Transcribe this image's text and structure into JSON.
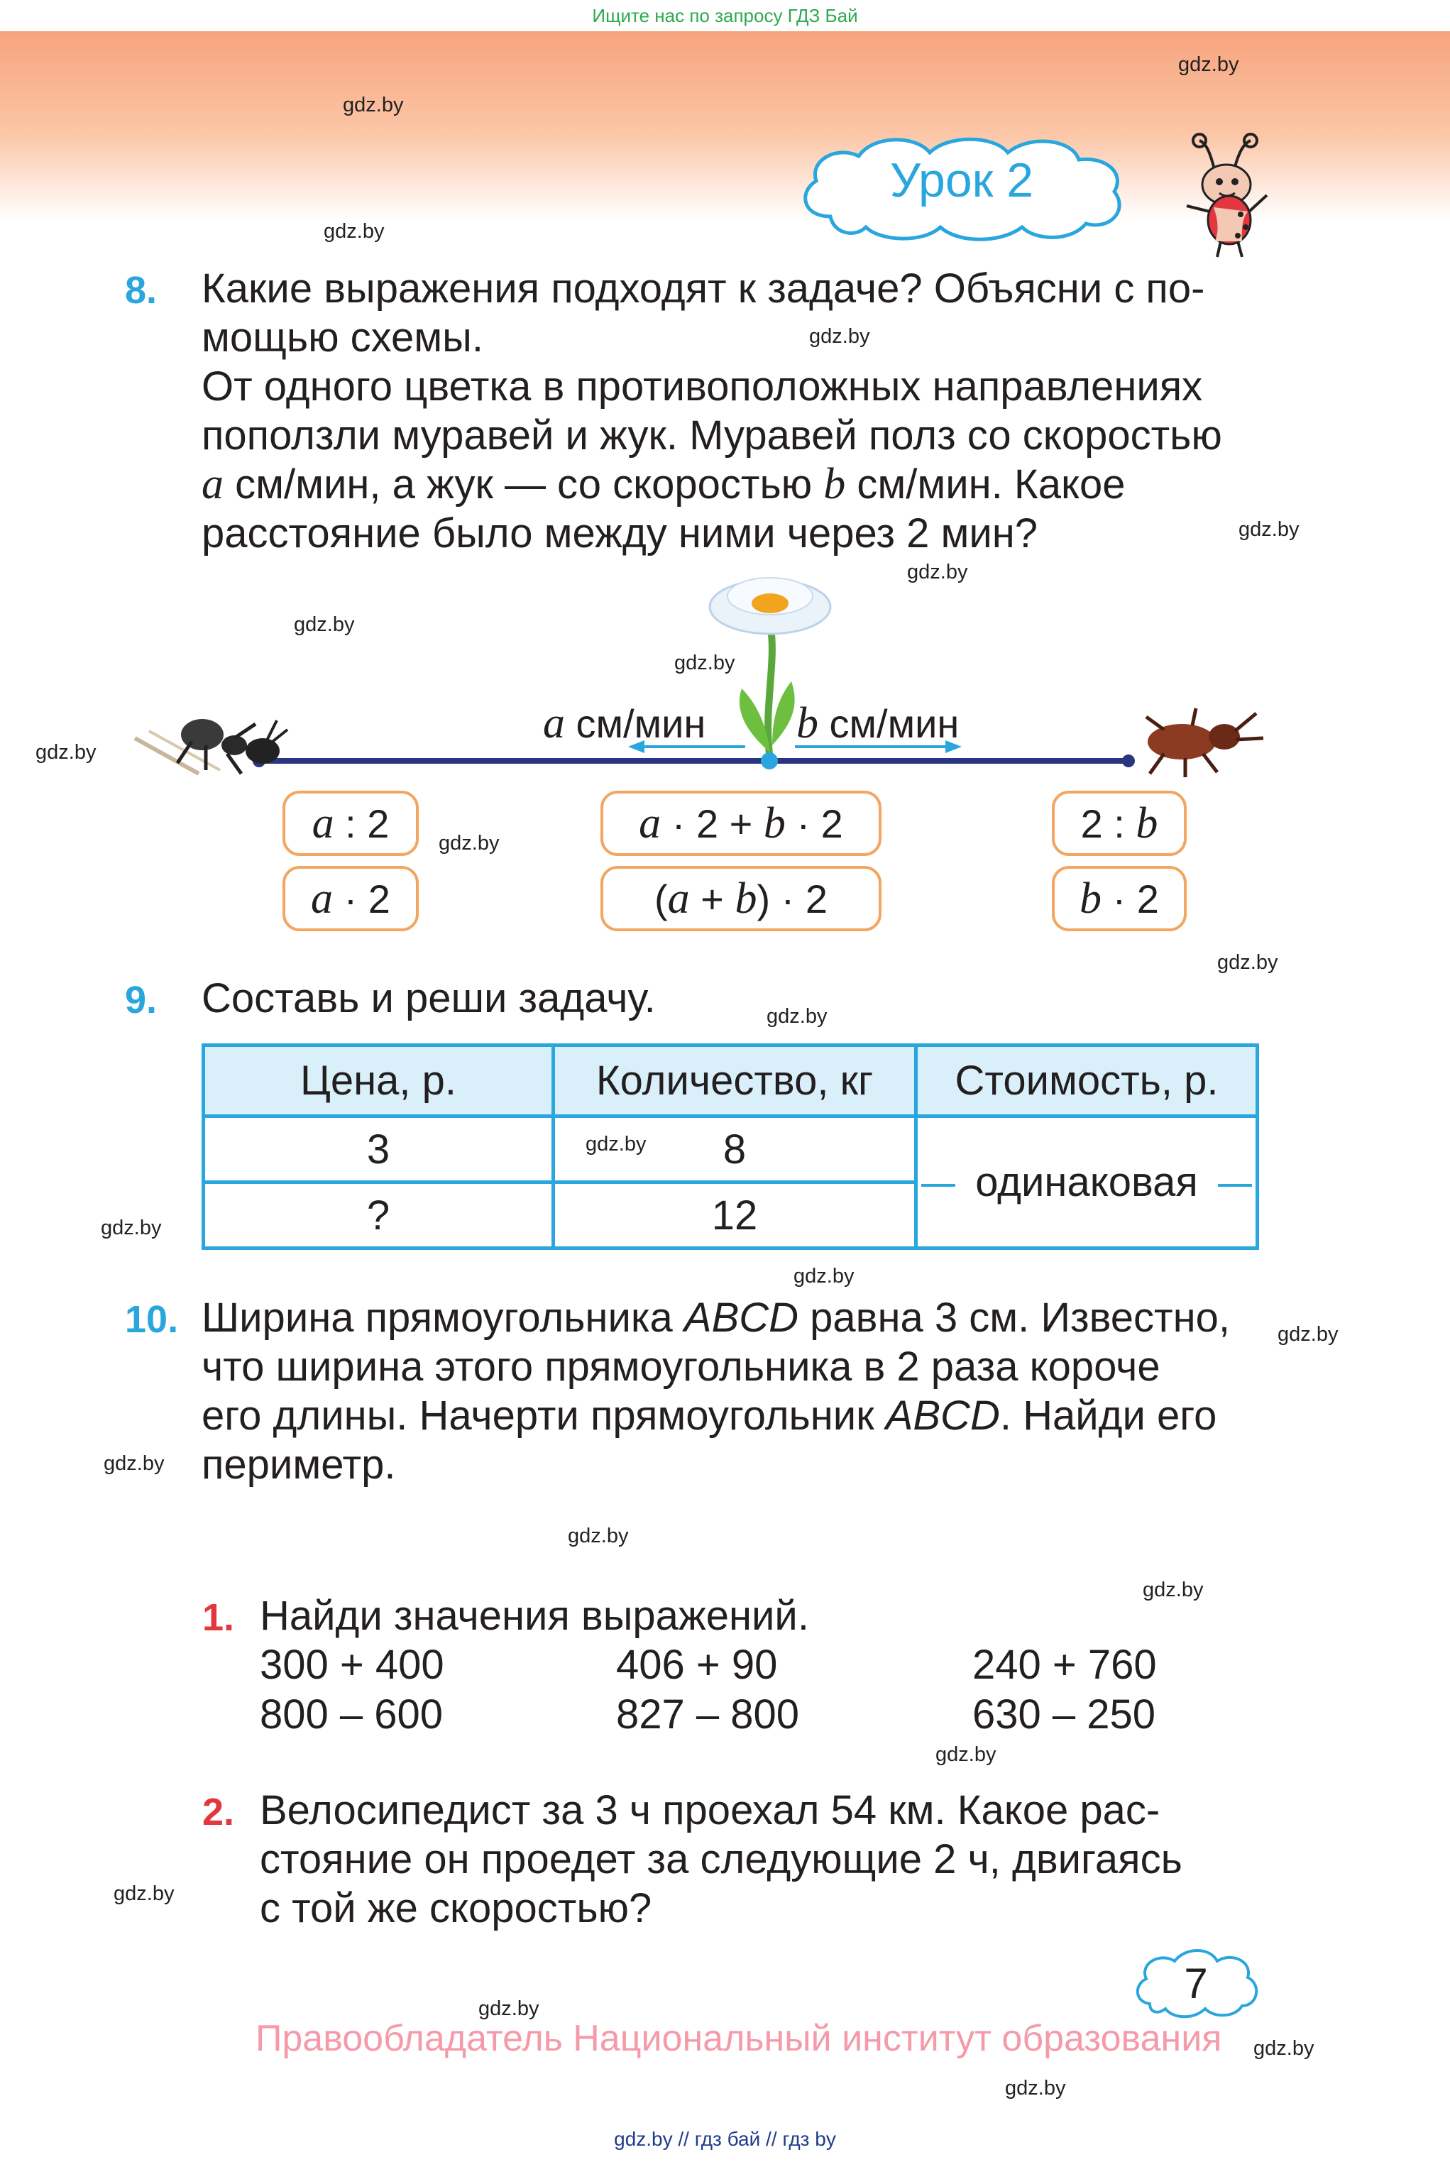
{
  "top_banner": "Ищите нас по запросу ГДЗ Бай",
  "lesson_title": "Урок 2",
  "watermarks": [
    "gdz.by",
    "gdz.by",
    "gdz.by",
    "gdz.by",
    "gdz.by",
    "gdz.by",
    "gdz.by",
    "gdz.by",
    "gdz.by",
    "gdz.by",
    "gdz.by",
    "gdz.by",
    "gdz.by",
    "gdz.by",
    "gdz.by",
    "gdz.by",
    "gdz.by",
    "gdz.by",
    "gdz.by",
    "gdz.by",
    "gdz.by",
    "gdz.by"
  ],
  "task8": {
    "number": "8.",
    "line1": "Какие выражения подходят к задаче? Объясни с по-",
    "line2": "мощью схемы.",
    "line3": "От одного цветка в противоположных направлениях",
    "line4": "поползли муравей и жук. Муравей полз со скоростью",
    "line5_var_a": "a",
    "line5_mid": " см/мин, а жук — со скоростью ",
    "line5_var_b": "b",
    "line5_end": " см/мин. Какое",
    "line6": "расстояние было между ними через 2 мин?",
    "speed_left_var": "a",
    "speed_left_unit": " см/мин",
    "speed_right_var": "b",
    "speed_right_unit": " см/мин",
    "expressions": {
      "left_top_a": "a",
      "left_top_rest": " : 2",
      "left_bottom_a": "a",
      "left_bottom_rest": " · 2",
      "mid_top_a": "a",
      "mid_top_mid": " · 2 + ",
      "mid_top_b": "b",
      "mid_top_end": " · 2",
      "mid_bottom_open": "(",
      "mid_bottom_a": "a",
      "mid_bottom_plus": " + ",
      "mid_bottom_b": "b",
      "mid_bottom_end": ") · 2",
      "right_top_start": "2 : ",
      "right_top_b": "b",
      "right_bottom_b": "b",
      "right_bottom_rest": " · 2"
    }
  },
  "task9": {
    "number": "9.",
    "text": "Составь и реши задачу.",
    "headers": [
      "Цена, р.",
      "Количество, кг",
      "Стоимость, р."
    ],
    "rows": [
      [
        "3",
        "8"
      ],
      [
        "?",
        "12"
      ]
    ],
    "merged_cost": "одинаковая"
  },
  "task10": {
    "number": "10.",
    "l1_a": "Ширина прямоугольника ",
    "l1_it": "ABCD",
    "l1_b": " равна 3 см. Известно,",
    "l2": "что ширина этого прямоугольника в 2 раза короче",
    "l3_a": "его длины. Начерти прямоугольник ",
    "l3_it": "ABCD",
    "l3_b": ". Найди его",
    "l4": "периметр."
  },
  "review": {
    "task1_number": "1.",
    "task1_text": "Найди значения выражений.",
    "expressions": [
      [
        "300 + 400",
        "406 + 90",
        "240 + 760"
      ],
      [
        "800 – 600",
        "827 – 800",
        "630 – 250"
      ]
    ],
    "task2_number": "2.",
    "task2_l1": "Велосипедист за 3 ч проехал 54 км. Какое рас-",
    "task2_l2": "стояние он проедет за следующие 2 ч, двигаясь",
    "task2_l3": "с той же скоростью?"
  },
  "page_number": "7",
  "copyright": "Правообладатель Национальный институт образования",
  "bottom_links": "gdz.by  //  гдз бай  //  гдз by",
  "colors": {
    "task_blue": "#29a6dd",
    "review_red": "#e2373f",
    "expr_border": "#f3a661",
    "line_navy": "#2b3580"
  }
}
